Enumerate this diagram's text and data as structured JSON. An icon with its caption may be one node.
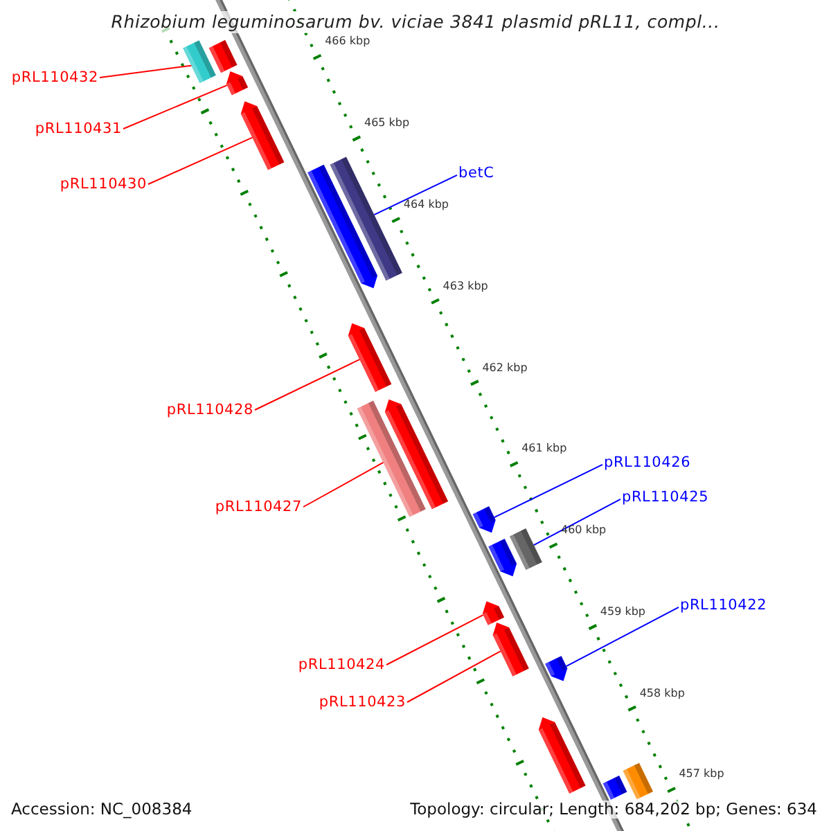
{
  "diagram": {
    "title": "Rhizobium leguminosarum bv. viciae 3841 plasmid pRL11, compl...",
    "nodes": [
      {
        "text": [
          "pRL110432"
        ]
      },
      {
        "text": [
          "pRL110431"
        ]
      },
      {
        "text": [
          "pRL110430"
        ]
      },
      {
        "text": [
          "betC"
        ]
      },
      {
        "text": [
          "pRL110428"
        ]
      },
      {
        "text": [
          "pRL110427"
        ]
      },
      {
        "text": [
          "pRL110426"
        ]
      },
      {
        "text": [
          "pRL110425"
        ]
      },
      {
        "text": [
          "pRL110424"
        ]
      },
      {
        "text": [
          "pRL110422"
        ]
      },
      {
        "text": [
          "pRL110423"
        ]
      },
      {
        "text": [],
        "shape": "bar"
      },
      {
        "text": [],
        "shape": "bar"
      },
      {
        "text": [],
        "shape": "arrow"
      },
      {
        "text": [],
        "shape": "arrow"
      },
      {
        "text": [],
        "shape": "arrow"
      },
      {
        "text": [],
        "shape": "bar"
      },
      {
        "text": [],
        "shape": "arrow"
      },
      {
        "text": [],
        "shape": "bar"
      },
      {
        "text": [],
        "shape": "arrow"
      },
      {
        "text": [],
        "shape": "arrow"
      },
      {
        "text": [],
        "shape": "arrow"
      },
      {
        "text": [],
        "shape": "bar"
      },
      {
        "text": [],
        "shape": "arrow"
      },
      {
        "text": [],
        "shape": "arrow"
      },
      {
        "text": [],
        "shape": "arrow"
      },
      {
        "text": [],
        "shape": "arrow"
      },
      {
        "text": [],
        "shape": "bar"
      },
      {
        "text": [],
        "shape": "bar"
      }
    ],
    "edges": [
      {
        "from": 0,
        "to": 11,
        "arrow": "none"
      },
      {
        "from": 1,
        "to": 13,
        "arrow": "none"
      },
      {
        "from": 2,
        "to": 14,
        "arrow": "none"
      },
      {
        "from": 3,
        "to": 16,
        "arrow": "none",
        "color": "#0000ff"
      },
      {
        "from": 4,
        "to": 17,
        "arrow": "none"
      },
      {
        "from": 5,
        "to": 18,
        "arrow": "none"
      },
      {
        "from": 6,
        "to": 20,
        "arrow": "none",
        "color": "#0000ff"
      },
      {
        "from": 7,
        "to": 22,
        "arrow": "none",
        "color": "#0000ff"
      },
      {
        "from": 8,
        "to": 23,
        "arrow": "none"
      },
      {
        "from": 9,
        "to": 25,
        "arrow": "none",
        "color": "#0000ff"
      },
      {
        "from": 10,
        "to": 24,
        "arrow": "none"
      }
    ],
    "labels": [
      "466 kbp",
      "465 kbp",
      "464 kbp",
      "463 kbp",
      "462 kbp",
      "461 kbp",
      "460 kbp",
      "459 kbp",
      "458 kbp",
      "457 kbp",
      "Accession: NC_008384",
      "Topology: circular; Length: 684,202 bp; Genes: 634"
    ]
  }
}
